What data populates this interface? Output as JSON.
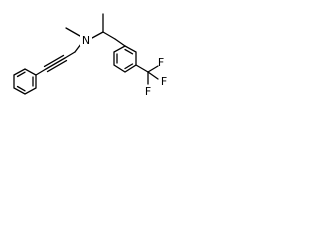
{
  "diagram": {
    "kind": "chemical-structure",
    "atoms": {
      "nitrogen": "N",
      "fluorine_1": "F",
      "fluorine_2": "F",
      "fluorine_3": "F"
    },
    "colors": {
      "bond": "#000000",
      "background": "#ffffff"
    }
  }
}
